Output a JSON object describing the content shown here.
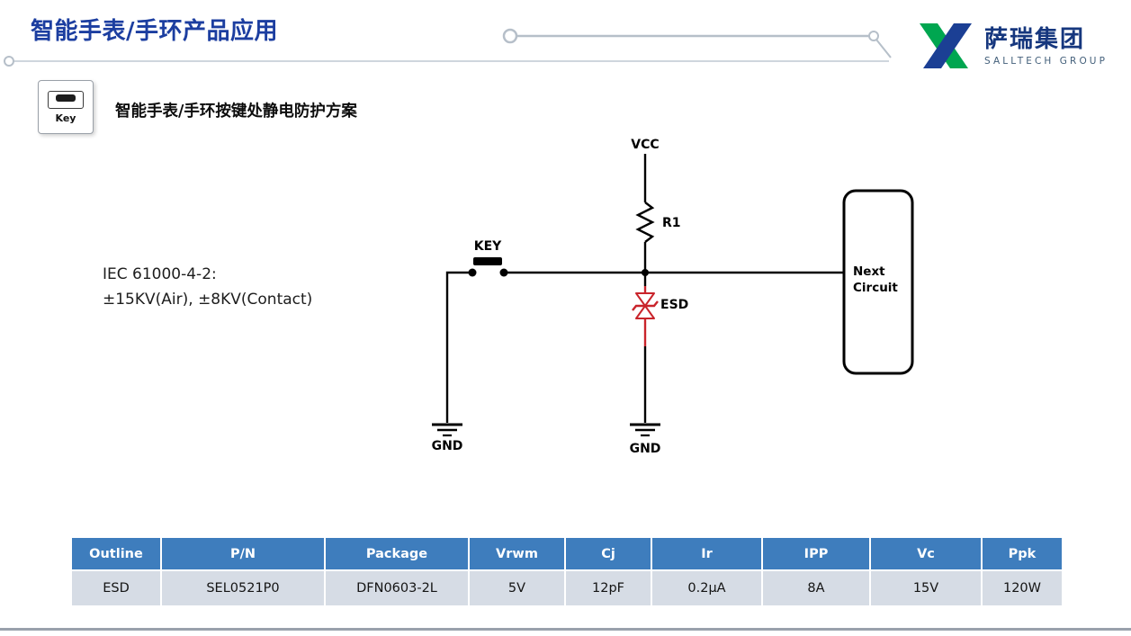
{
  "header": {
    "title": "智能手表/手环产品应用",
    "logo": {
      "cn": "萨瑞集团",
      "en": "SALLTECH GROUP"
    }
  },
  "section": {
    "key_icon_label": "Key",
    "heading": "智能手表/手环按键处静电防护方案"
  },
  "iec": {
    "line1": "IEC 61000-4-2:",
    "line2": "±15KV(Air), ±8KV(Contact)"
  },
  "circuit": {
    "vcc": "VCC",
    "r1": "R1",
    "key": "KEY",
    "esd": "ESD",
    "gnd_left": "GND",
    "gnd_right": "GND",
    "next_circuit_line1": "Next",
    "next_circuit_line2": "Circuit"
  },
  "table": {
    "headers": [
      "Outline",
      "P/N",
      "Package",
      "Vrwm",
      "Cj",
      "Ir",
      "IPP",
      "Vc",
      "Ppk"
    ],
    "row": [
      "ESD",
      "SEL0521P0",
      "DFN0603-2L",
      "5V",
      "12pF",
      "0.2μA",
      "8A",
      "15V",
      "120W"
    ]
  },
  "colors": {
    "title_blue": "#1c3ea0",
    "logo_green": "#00a650",
    "logo_blue": "#1b3f94",
    "esd_red": "#c9242b",
    "table_header_bg": "#3e7dbd",
    "table_row_bg": "#d6dce5"
  }
}
